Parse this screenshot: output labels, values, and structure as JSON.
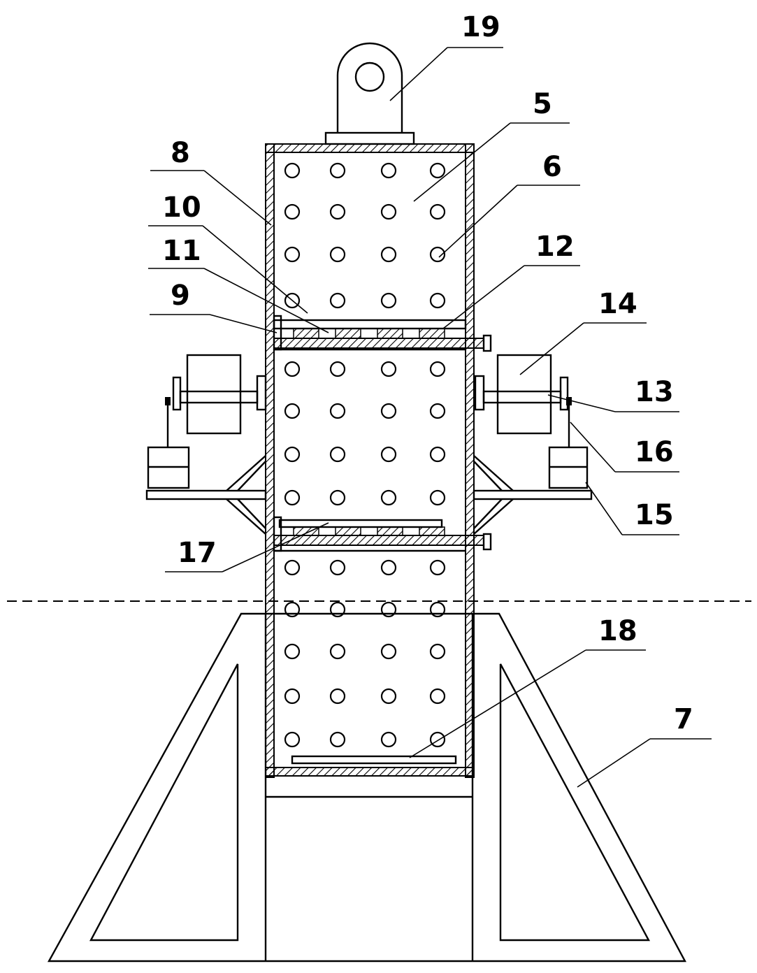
{
  "labels": {
    "l19": "19",
    "l5": "5",
    "l8": "8",
    "l6": "6",
    "l10": "10",
    "l11": "11",
    "l12": "12",
    "l9": "9",
    "l14": "14",
    "l13": "13",
    "l16": "16",
    "l15": "15",
    "l17": "17",
    "l18": "18",
    "l7": "7"
  },
  "colors": {
    "line": "#000000",
    "background": "#ffffff"
  }
}
